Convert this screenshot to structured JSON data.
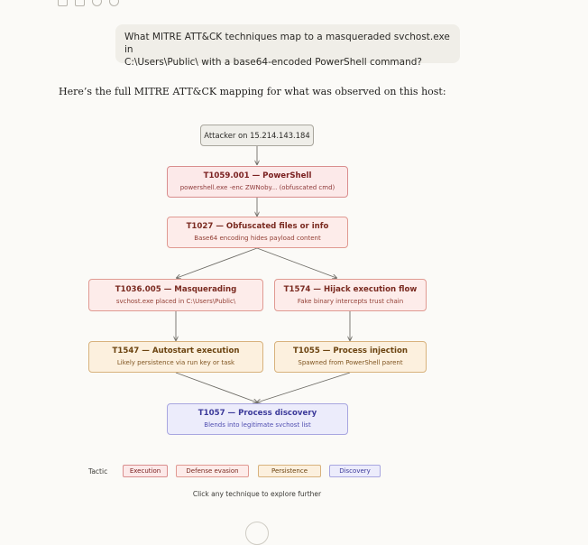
{
  "toolbar": {
    "icons": [
      "copy-icon",
      "edit-icon",
      "thumbs-icon",
      "retry-icon"
    ]
  },
  "user_message": {
    "line1": "What MITRE ATT&CK techniques map to a masqueraded svchost.exe in",
    "line2": "C:\\Users\\Public\\ with a base64-encoded PowerShell command?"
  },
  "assistant": {
    "intro": "Here’s the full MITRE ATT&CK mapping for what was observed on this host:"
  },
  "diagram": {
    "start": {
      "title": "Attacker on 15.214.143.184"
    },
    "t1059": {
      "title": "T1059.001 — PowerShell",
      "sub": "powershell.exe -enc ZWNoby... (obfuscated cmd)"
    },
    "t1027": {
      "title": "T1027 — Obfuscated files or info",
      "sub": "Base64 encoding hides payload content"
    },
    "t1036": {
      "title": "T1036.005 — Masquerading",
      "sub": "svchost.exe placed in C:\\Users\\Public\\"
    },
    "t1574": {
      "title": "T1574 — Hijack execution flow",
      "sub": "Fake binary intercepts trust chain"
    },
    "t1547": {
      "title": "T1547 — Autostart execution",
      "sub": "Likely persistence via run key or task"
    },
    "t1055": {
      "title": "T1055 — Process injection",
      "sub": "Spawned from PowerShell parent"
    },
    "t1057": {
      "title": "T1057 — Process discovery",
      "sub": "Blends into legitimate svchost list"
    }
  },
  "legend": {
    "label": "Tactic",
    "execution": "Execution",
    "defense_evasion": "Defense evasion",
    "persistence": "Persistence",
    "discovery": "Discovery"
  },
  "colors": {
    "execution": "#d98e8e",
    "defense_evasion": "#e09a92",
    "persistence": "#d8b27d",
    "discovery": "#a8a6e0"
  },
  "footnote": "Click any technique to explore further"
}
